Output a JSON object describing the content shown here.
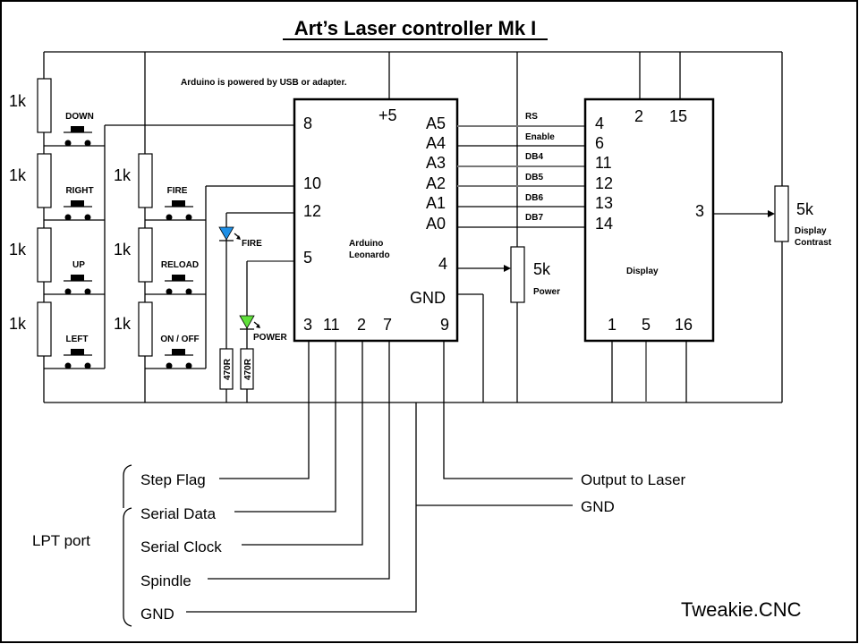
{
  "title": "Art’s Laser controller Mk I",
  "note": "Arduino is powered by USB or adapter.",
  "colors": {
    "fire_led": "#1e8fe6",
    "power_led": "#5fe03a",
    "wire": "#000000",
    "gray_wire": "#777777"
  },
  "resistors_left": [
    "1k",
    "1k",
    "1k",
    "1k"
  ],
  "resistors_mid": [
    "1k",
    "1k",
    "1k"
  ],
  "buttons_left": [
    "DOWN",
    "RIGHT",
    "UP",
    "LEFT"
  ],
  "buttons_mid": [
    "FIRE",
    "RELOAD",
    "ON / OFF"
  ],
  "leds": {
    "fire": "FIRE",
    "power": "POWER",
    "fire_resistor": "470R",
    "power_resistor": "470R"
  },
  "arduino": {
    "name_line1": "Arduino",
    "name_line2": "Leonardo",
    "pin_plus5": "+5",
    "left_pins": [
      "8",
      "10",
      "12",
      "5"
    ],
    "right_pins": [
      "A5",
      "A4",
      "A3",
      "A2",
      "A1",
      "A0",
      "4",
      "GND",
      "9"
    ],
    "bottom_pins": [
      "3",
      "11",
      "2",
      "7"
    ]
  },
  "signals": [
    "RS",
    "Enable",
    "DB4",
    "DB5",
    "DB6",
    "DB7"
  ],
  "display": {
    "name": "Display",
    "top_pins": [
      "2",
      "15"
    ],
    "left_pins": [
      "4",
      "6",
      "11",
      "12",
      "13",
      "14"
    ],
    "right_pin": "3",
    "bottom_pins": [
      "1",
      "5",
      "16"
    ]
  },
  "pot_power": {
    "value": "5k",
    "label": "Power"
  },
  "pot_contrast": {
    "value": "5k",
    "label_line1": "Display",
    "label_line2": "Contrast"
  },
  "lpt": {
    "label": "LPT port",
    "lines": [
      "Step Flag",
      "Serial Data",
      "Serial Clock",
      "Spindle",
      "GND"
    ]
  },
  "outputs": [
    "Output to Laser",
    "GND"
  ],
  "brand": "Tweakie.CNC"
}
